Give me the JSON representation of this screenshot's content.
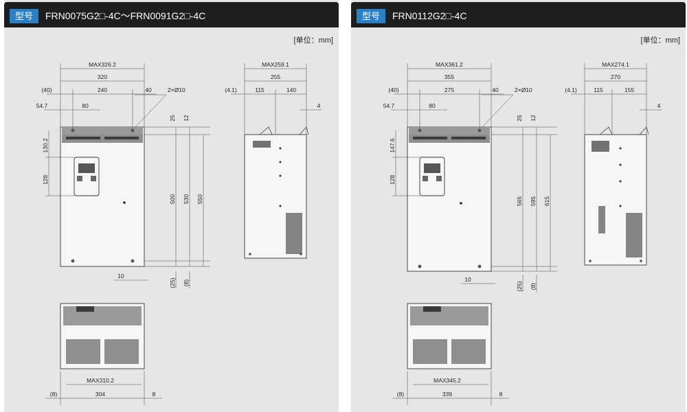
{
  "left": {
    "badge": "型号",
    "model": "FRN0075G2□-4C～FRN0091G2□-4C",
    "unit": "[单位：mm]",
    "front": {
      "max_width": "MAX326.2",
      "width": "320",
      "mount_pitch": "240",
      "left_offset": "(40)",
      "right_offset": "40",
      "left_edge": "54.7",
      "keypad_w": "80",
      "hole": "2×Ø10",
      "top_25": "25",
      "top_12": "12",
      "h_500": "500",
      "h_530": "530",
      "h_550": "550",
      "v_130": "130.2",
      "v_128": "128",
      "bot_10": "10",
      "bot_25": "(25)",
      "bot_8": "(8)"
    },
    "side": {
      "max_depth": "MAX259.1",
      "depth": "255",
      "d_41": "(4.1)",
      "d_115": "115",
      "d_140": "140",
      "d_4": "4"
    },
    "bottom": {
      "max_width": "MAX310.2",
      "w_8l": "(8)",
      "w_304": "304",
      "w_8r": "8"
    }
  },
  "right": {
    "badge": "型号",
    "model": "FRN0112G2□-4C",
    "unit": "[单位：mm]",
    "front": {
      "max_width": "MAX361.2",
      "width": "355",
      "mount_pitch": "275",
      "left_offset": "(40)",
      "right_offset": "40",
      "left_edge": "54.7",
      "keypad_w": "80",
      "hole": "2×Ø10",
      "top_25": "25",
      "top_12": "12",
      "h_500": "565",
      "h_530": "595",
      "h_550": "615",
      "v_130": "147.6",
      "v_128": "128",
      "bot_10": "10",
      "bot_25": "(25)",
      "bot_8": "(8)"
    },
    "side": {
      "max_depth": "MAX274.1",
      "depth": "270",
      "d_41": "(4.1)",
      "d_115": "115",
      "d_140": "155",
      "d_4": "4"
    },
    "bottom": {
      "max_width": "MAX345.2",
      "w_8l": "(8)",
      "w_304": "339",
      "w_8r": "8"
    }
  },
  "colors": {
    "header_bg": "#1e1e1e",
    "badge_bg": "#2a7fc5",
    "panel_bg": "#e6e6e6"
  }
}
